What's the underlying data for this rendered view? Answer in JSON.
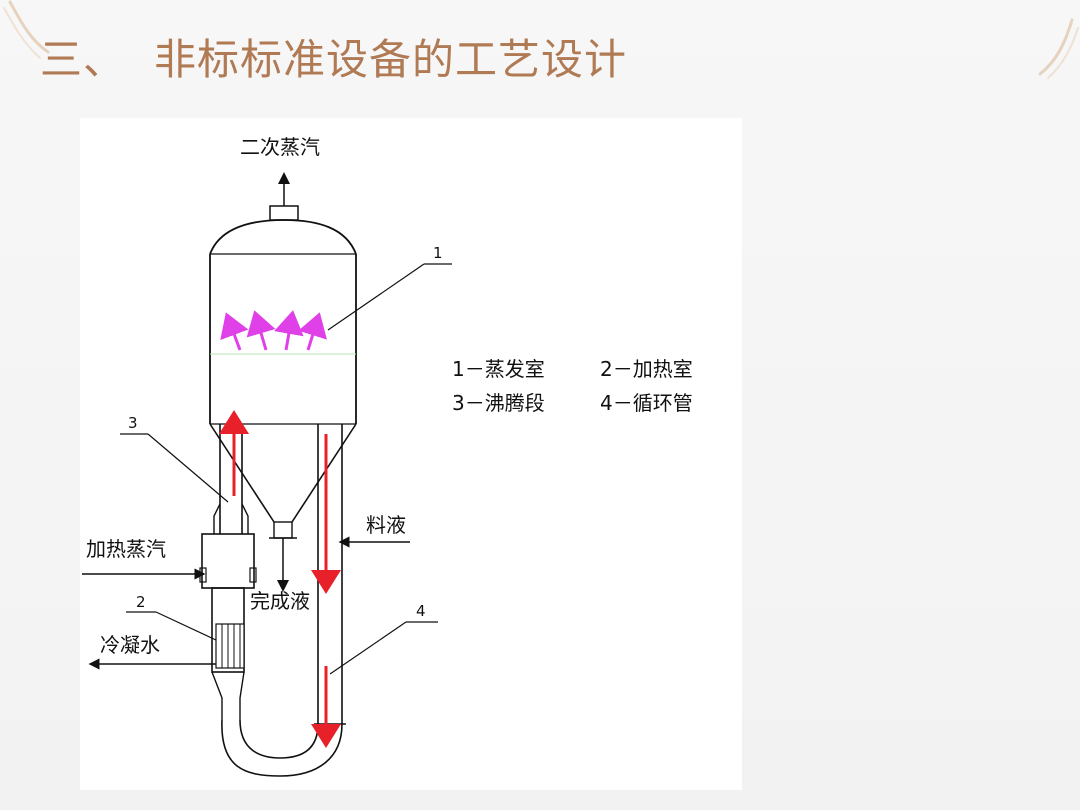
{
  "title": {
    "number": "三、",
    "text": "非标标准设备的工艺设计"
  },
  "colors": {
    "title": "#b07a55",
    "flow_arrow": "#e8202a",
    "vapor_arrow": "#e040e8"
  },
  "diagram": {
    "labels": {
      "secondary_steam": "二次蒸汽",
      "heating_steam": "加热蒸汽",
      "condensate": "冷凝水",
      "finished_liquid": "完成液",
      "feed_liquid": "料液"
    },
    "callouts": {
      "c1": "1",
      "c2": "2",
      "c3": "3",
      "c4": "4"
    },
    "legend": [
      {
        "text": "1－蒸发室"
      },
      {
        "text": "2－加热室"
      },
      {
        "text": "3－沸腾段"
      },
      {
        "text": "4－循环管"
      }
    ]
  }
}
